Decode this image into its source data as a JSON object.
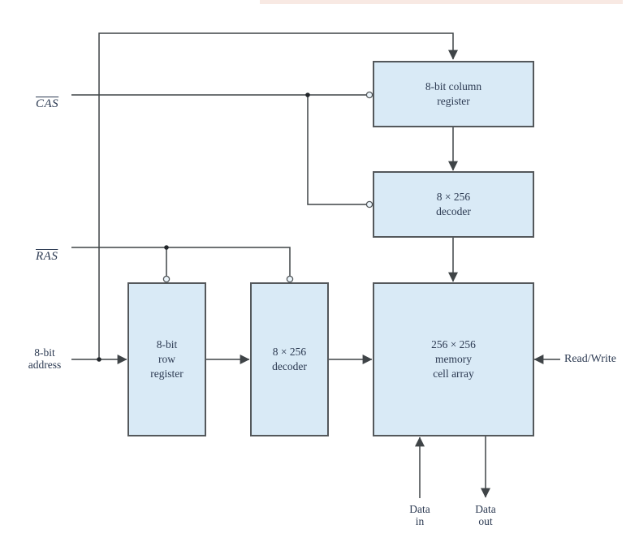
{
  "diagram": {
    "type": "block-diagram",
    "subject": "256 x 256 DRAM address multiplexing organization",
    "colors": {
      "block_fill": "#d9eaf6",
      "block_border": "#54585b",
      "wire": "#3f4447",
      "text": "#2c3a52",
      "top_bar": "#f8e9e3"
    },
    "blocks": [
      {
        "id": "column-register",
        "label": "8-bit column\nregister"
      },
      {
        "id": "column-decoder",
        "label": "8 × 256\ndecoder"
      },
      {
        "id": "memory-array",
        "label": "256 × 256\nmemory\ncell array"
      },
      {
        "id": "row-register",
        "label": "8-bit\nrow\nregister"
      },
      {
        "id": "row-decoder",
        "label": "8 × 256\ndecoder"
      }
    ],
    "signals": {
      "cas": "CAS",
      "ras": "RAS",
      "address": "8-bit\naddress",
      "read_write": "Read/Write",
      "data_in": "Data\nin",
      "data_out": "Data\nout"
    },
    "notation": {
      "bubble": "active-low input",
      "dot": "wire junction"
    }
  }
}
